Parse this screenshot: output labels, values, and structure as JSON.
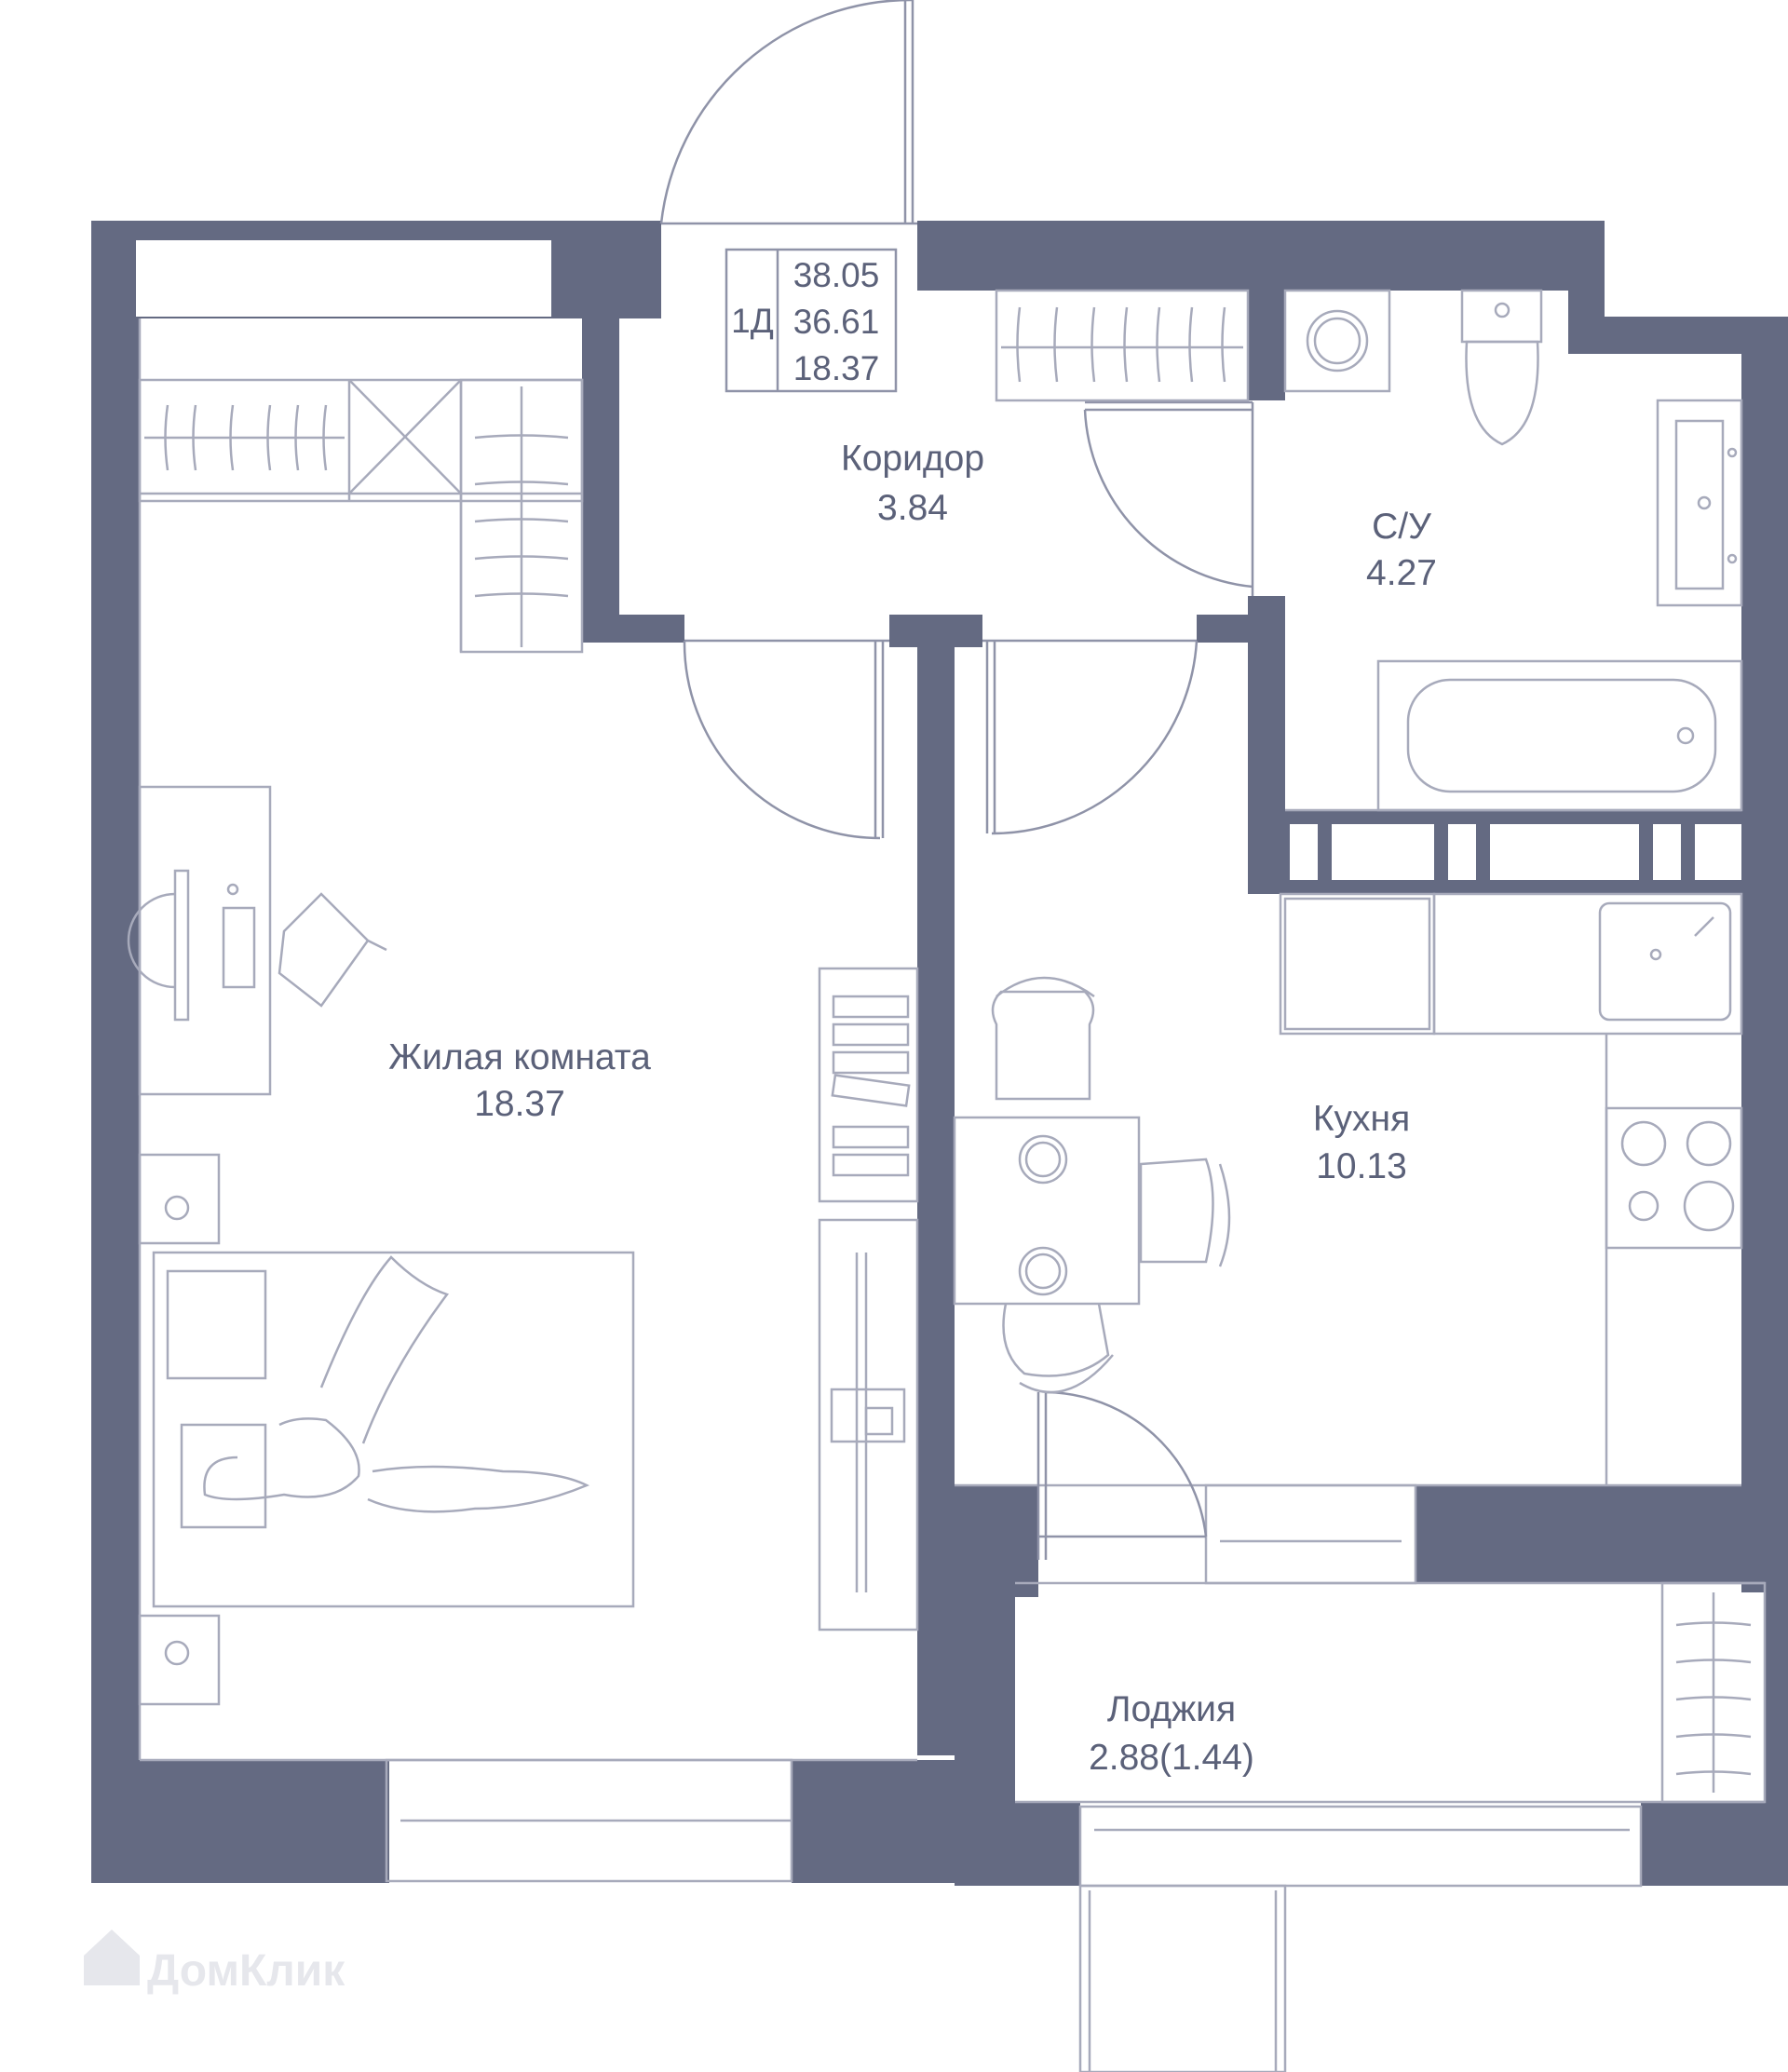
{
  "summary": {
    "type": "1Д",
    "total_area": "38.05",
    "area_no_loggia": "36.61",
    "living_area": "18.37"
  },
  "rooms": {
    "living": {
      "name": "Жилая комната",
      "area": "18.37"
    },
    "corridor": {
      "name": "Коридор",
      "area": "3.84"
    },
    "bathroom": {
      "name": "С/У",
      "area": "4.27"
    },
    "kitchen": {
      "name": "Кухня",
      "area": "10.13"
    },
    "loggia": {
      "name": "Лоджия",
      "area": "2.88(1.44)"
    }
  },
  "watermark": "ДомКлик",
  "colors": {
    "wall": "#646a82",
    "line": "#a7aabb",
    "text": "#5b6179"
  }
}
